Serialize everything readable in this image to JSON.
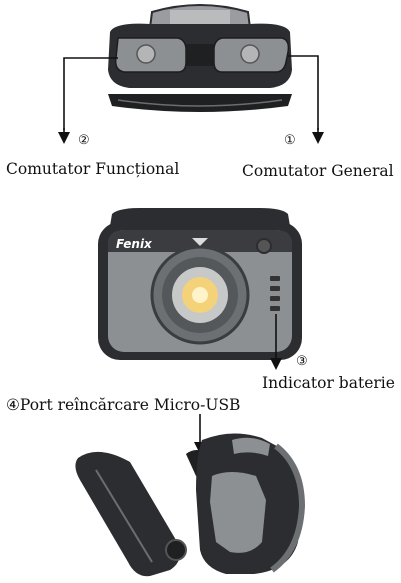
{
  "callouts": [
    {
      "num": "②",
      "text": "Comutator Funcțional"
    },
    {
      "num": "①",
      "text": "Comutator General"
    },
    {
      "num": "③",
      "text": "Indicator baterie"
    },
    {
      "num": "④",
      "text": "Port reîncărcare Micro-USB"
    }
  ],
  "brand_logo": "Fenix",
  "colors": {
    "body_dark": "#2b2d30",
    "body_gray": "#8d9093",
    "lens_yellow": "#f3d27a",
    "arrow": "#111111"
  }
}
